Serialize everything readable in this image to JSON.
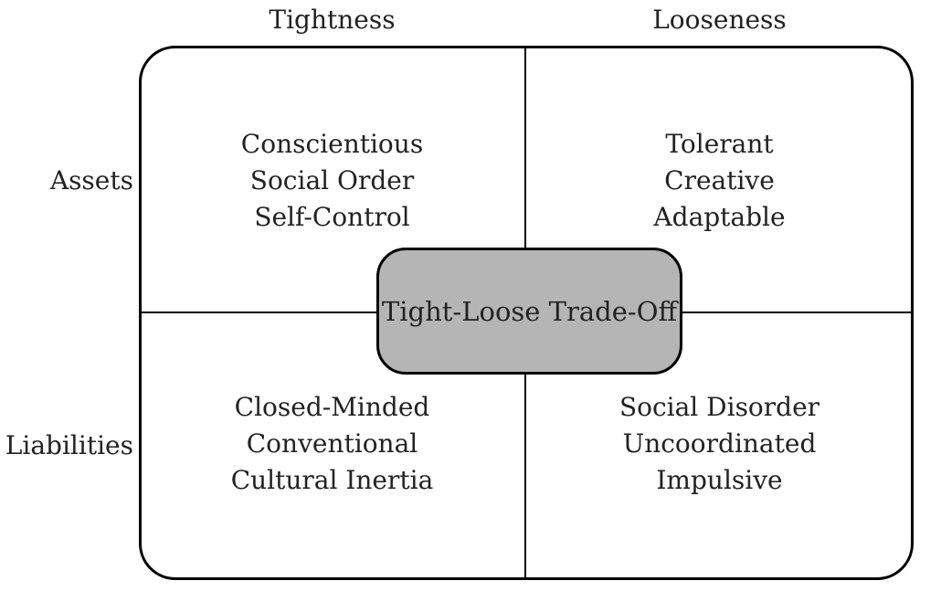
{
  "diagram": {
    "title": "Tight-Loose Trade-Off",
    "column_headers": [
      {
        "id": "tightness",
        "label": "Tightness"
      },
      {
        "id": "looseness",
        "label": "Looseness"
      }
    ],
    "row_headers": [
      {
        "id": "assets",
        "label": "Assets"
      },
      {
        "id": "liabilities",
        "label": "Liabilities"
      }
    ],
    "center": {
      "label": "Tight-Loose Trade-Off"
    },
    "quadrants": [
      {
        "column": "Tightness",
        "row": "Assets",
        "lines": [
          "Conscientious",
          "Social Order",
          "Self-Control"
        ]
      },
      {
        "column": "Looseness",
        "row": "Assets",
        "lines": [
          "Tolerant",
          "Creative",
          "Adaptable"
        ]
      },
      {
        "column": "Tightness",
        "row": "Liabilities",
        "lines": [
          "Closed-Minded",
          "Conventional",
          "Cultural Inertia"
        ]
      },
      {
        "column": "Looseness",
        "row": "Liabilities",
        "lines": [
          "Social Disorder",
          "Uncoordinated",
          "Impulsive"
        ]
      }
    ],
    "colors": {
      "background": "#ffffff",
      "line_color": "#000000",
      "text_color": "#222222",
      "center_fill": "#b5b5b5"
    }
  }
}
